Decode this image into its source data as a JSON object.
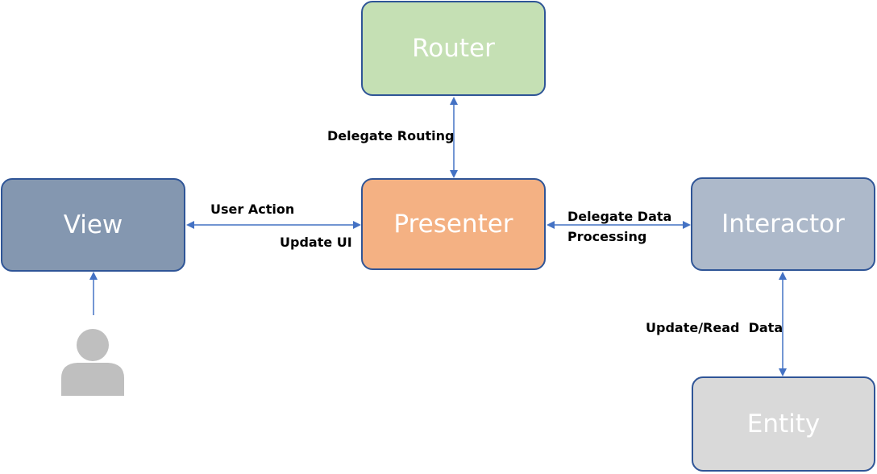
{
  "nodes": {
    "router": "Router",
    "view": "View",
    "presenter": "Presenter",
    "interactor": "Interactor",
    "entity": "Entity"
  },
  "edges": {
    "delegate_routing": "Delegate Routing",
    "user_action": "User Action",
    "update_ui": "Update UI",
    "delegate_data_line1": "Delegate Data",
    "delegate_data_line2": "Processing",
    "update_read_data": "Update/Read  Data"
  },
  "colors": {
    "router": "#c5e0b4",
    "view": "#8497b0",
    "presenter": "#f4b183",
    "interactor": "#adb9ca",
    "entity": "#d9d9d9",
    "border": "#2f5597",
    "arrow": "#4472c4",
    "user_icon": "#bfbfbf"
  },
  "icons": {
    "user": "user-icon"
  }
}
